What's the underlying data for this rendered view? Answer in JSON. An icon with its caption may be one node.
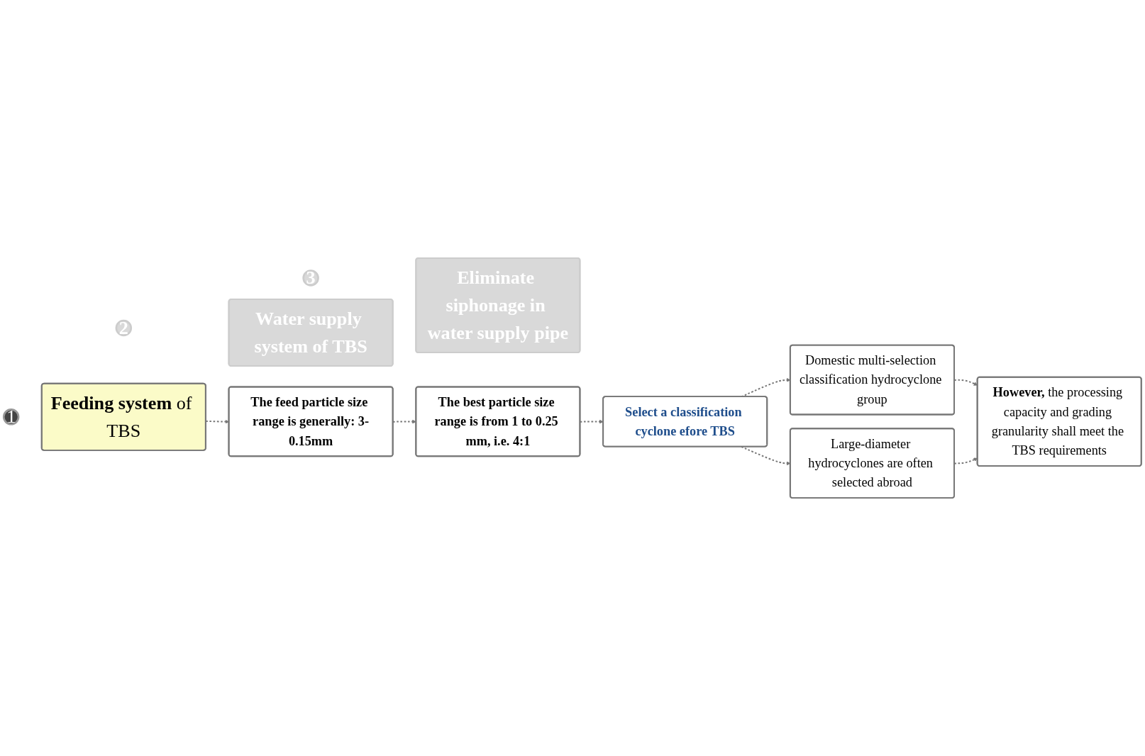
{
  "diagram": {
    "nodes": [
      {
        "text": [
          "1"
        ]
      },
      {
        "text": [
          "**Feeding system** of TBS"
        ]
      },
      {
        "text": [
          "2"
        ]
      },
      {
        "text": [
          "Water supply system of TBS"
        ]
      },
      {
        "text": [
          "3"
        ]
      },
      {
        "text": [
          "Eliminate siphonage in water supply pipe"
        ]
      },
      {
        "text": [
          "The feed particle size range is generally: 3-0.15mm"
        ]
      },
      {
        "text": [
          "The best particle size range is from 1 to 0.25 mm, i.e. 4:1"
        ]
      },
      {
        "text": [
          "Select a classification cyclone efore TBS"
        ]
      },
      {
        "text": [
          "Domestic multi-selection classification hydrocyclone group"
        ]
      },
      {
        "text": [
          "Large-diameter hydrocyclones are often selected abroad"
        ]
      },
      {
        "text": [
          "**However,** the processing capacity and grading granularity shall meet the TBS requirements"
        ]
      }
    ],
    "edges": [
      {
        "from": 1,
        "to": 6,
        "arrow": "to",
        "style": "dashed"
      },
      {
        "from": 6,
        "to": 7,
        "arrow": "to",
        "style": "dashed"
      },
      {
        "from": 7,
        "to": 8,
        "arrow": "to",
        "style": "dashed"
      },
      {
        "from": 8,
        "to": 9,
        "arrow": "to",
        "style": "dashed"
      },
      {
        "from": 8,
        "to": 10,
        "arrow": "to",
        "style": "dashed"
      },
      {
        "from": 9,
        "to": 11,
        "arrow": "to",
        "style": "dashed"
      },
      {
        "from": 10,
        "to": 11,
        "arrow": "to",
        "style": "dashed"
      }
    ]
  }
}
